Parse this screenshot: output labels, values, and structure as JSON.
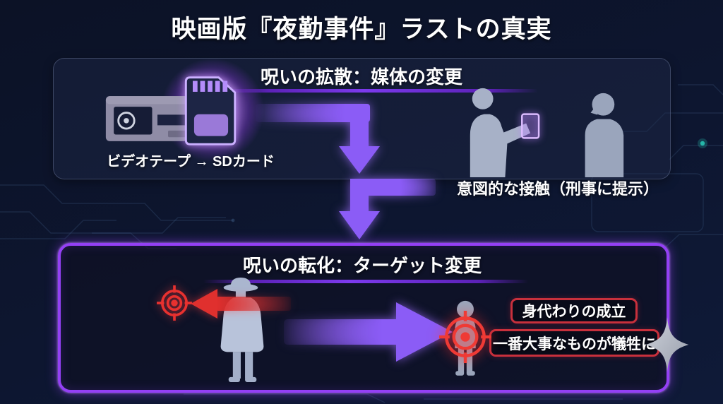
{
  "title": "映画版『夜勤事件』ラストの真実",
  "sections": {
    "spread": {
      "header": "呪いの拡散：媒体の変更",
      "media_label": "ビデオテープ → SDカード"
    },
    "contact_caption": "意図的な接触（刑事に提示）",
    "transform": {
      "header": "呪いの転化：ターゲット変更",
      "badges": [
        {
          "label": "身代わりの成立"
        },
        {
          "label": "一番大事なものが犠牲に"
        }
      ]
    }
  },
  "icons": {
    "vhs_tape": "vhs-tape-icon",
    "sd_card": "sd-card-icon",
    "handoff_people": "people-handoff-silhouette",
    "glowing_card": "glowing-card-icon",
    "detective": "detective-silhouette",
    "child": "child-silhouette",
    "target": "target-crosshair-icon",
    "sparkle": "sparkle-icon"
  },
  "colors": {
    "background": "#0d1428",
    "arrow_purple": "#8b5cf6",
    "panel_border_purple": "#9440f5",
    "alert_red": "#e0302e",
    "badge_border_red": "#c8303c",
    "silhouette_gray": "#a9b3c9",
    "circuit_teal": "#27c4b4"
  }
}
